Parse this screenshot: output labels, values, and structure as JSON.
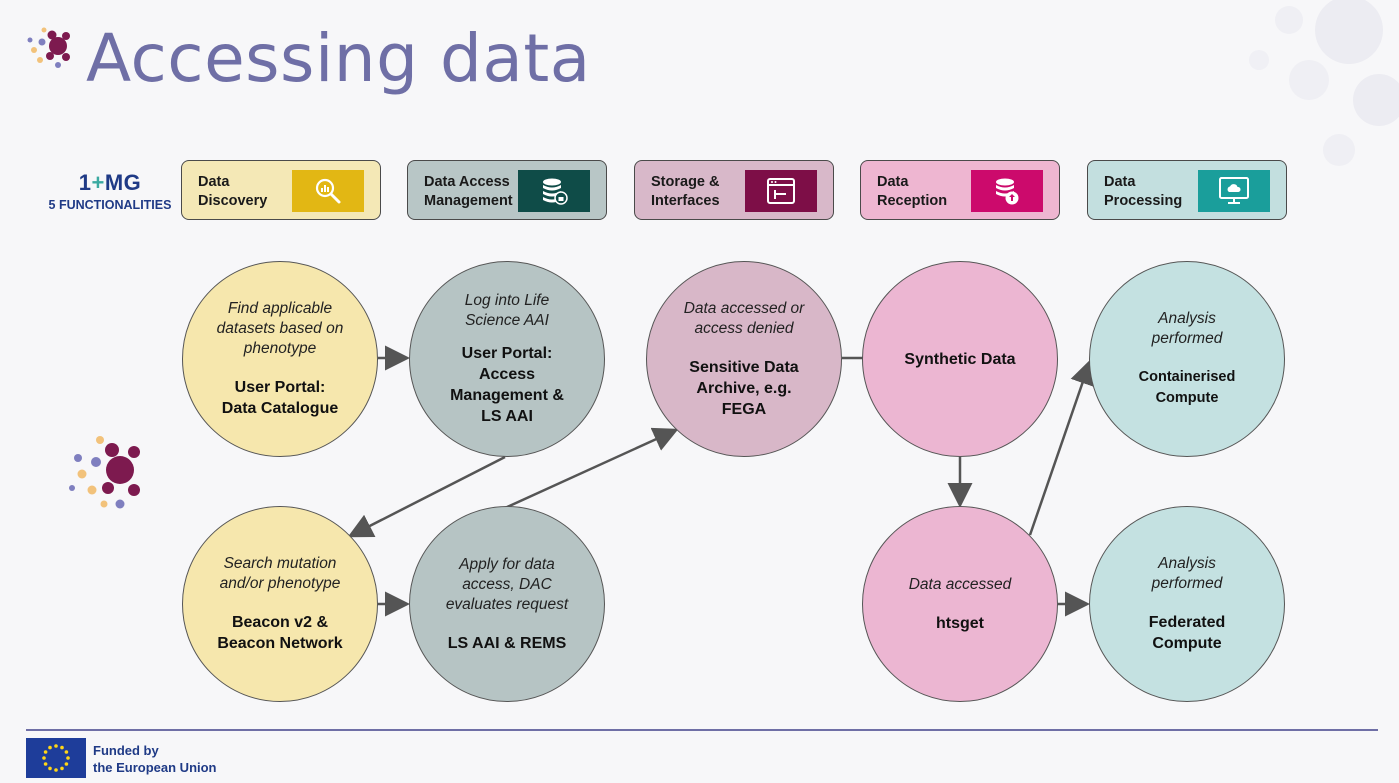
{
  "title": "Accessing data",
  "brand": {
    "name_a": "1",
    "name_plus": "+",
    "name_b": "MG",
    "subtitle": "5 FUNCTIONALITIES"
  },
  "functionalities": [
    {
      "label": "Data\nDiscovery",
      "bg": "#f4e8b6",
      "icon_bg": "#e2b714",
      "icon": "search-chart-icon"
    },
    {
      "label": "Data Access\nManagement",
      "bg": "#b8c6c6",
      "icon_bg": "#0f4c48",
      "icon": "database-lock-icon"
    },
    {
      "label": "Storage &\nInterfaces",
      "bg": "#d8b8c9",
      "icon_bg": "#7d0e47",
      "icon": "browser-window-icon"
    },
    {
      "label": "Data\nReception",
      "bg": "#eeb6d1",
      "icon_bg": "#cc0a6c",
      "icon": "database-upload-icon"
    },
    {
      "label": "Data\nProcessing",
      "bg": "#c3dfdf",
      "icon_bg": "#1a9e9b",
      "icon": "monitor-cloud-icon"
    }
  ],
  "nodes": {
    "discovery": {
      "desc": "Find applicable\ndatasets based on\nphenotype",
      "system": "User Portal:\nData Catalogue"
    },
    "login": {
      "desc": "Log into Life\nScience AAI",
      "system": "User Portal:\nAccess\nManagement &\nLS AAI"
    },
    "archive": {
      "desc": "Data accessed or\naccess denied",
      "system": "Sensitive Data\nArchive, e.g.\nFEGA"
    },
    "synthetic": {
      "system": "Synthetic Data"
    },
    "containerised": {
      "desc": "Analysis\nperformed",
      "system": "Containerised\nCompute"
    },
    "beacon": {
      "desc": "Search mutation\nand/or phenotype",
      "system": "Beacon v2 &\nBeacon Network"
    },
    "apply": {
      "desc": "Apply for data\naccess, DAC\nevaluates request",
      "system": "LS AAI & REMS"
    },
    "htsget": {
      "desc": "Data accessed",
      "system": "htsget"
    },
    "federated": {
      "desc": "Analysis\nperformed",
      "system": "Federated\nCompute"
    }
  },
  "colors": {
    "yellow": "#f6e7ad",
    "grey": "#b6c4c4",
    "mauve": "#d8b7c8",
    "pink": "#ecb6d2",
    "teal": "#c4e1e1",
    "title": "#6f6fa6",
    "arrow": "#555555"
  },
  "footer": {
    "funded": "Funded by\nthe European Union"
  }
}
